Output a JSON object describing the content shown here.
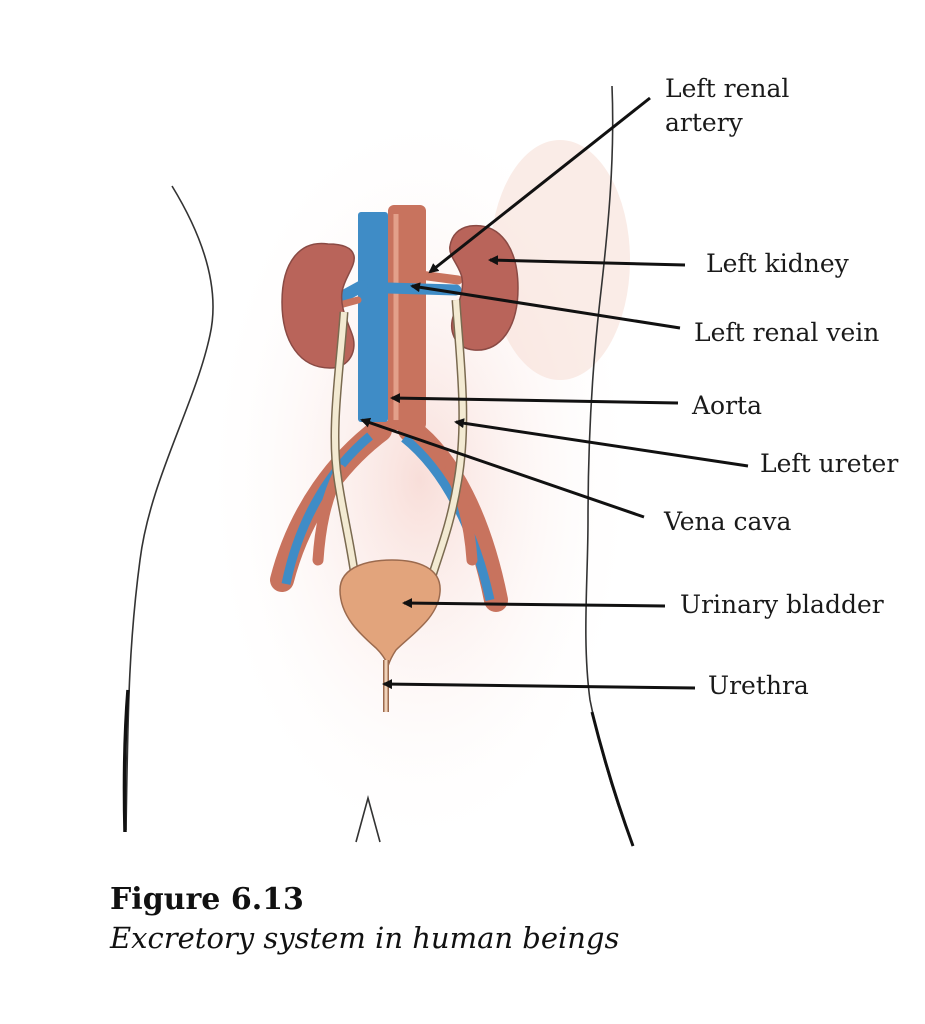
{
  "labels": {
    "left_renal_artery_1": "Left renal",
    "left_renal_artery_2": "artery",
    "left_kidney": "Left kidney",
    "left_renal_vein": "Left renal vein",
    "aorta": "Aorta",
    "left_ureter": "Left ureter",
    "vena_cava": "Vena cava",
    "urinary_bladder": "Urinary bladder",
    "urethra": "Urethra"
  },
  "caption": {
    "number": "Figure 6.13",
    "text": "Excretory system in human beings"
  },
  "colors": {
    "aorta": "#c8735e",
    "vena_cava": "#3f8cc6",
    "kidney": "#b9645a",
    "bladder": "#e2a47c",
    "ureter": "#f3ead2",
    "skin_tint": "#f7ddd8"
  }
}
